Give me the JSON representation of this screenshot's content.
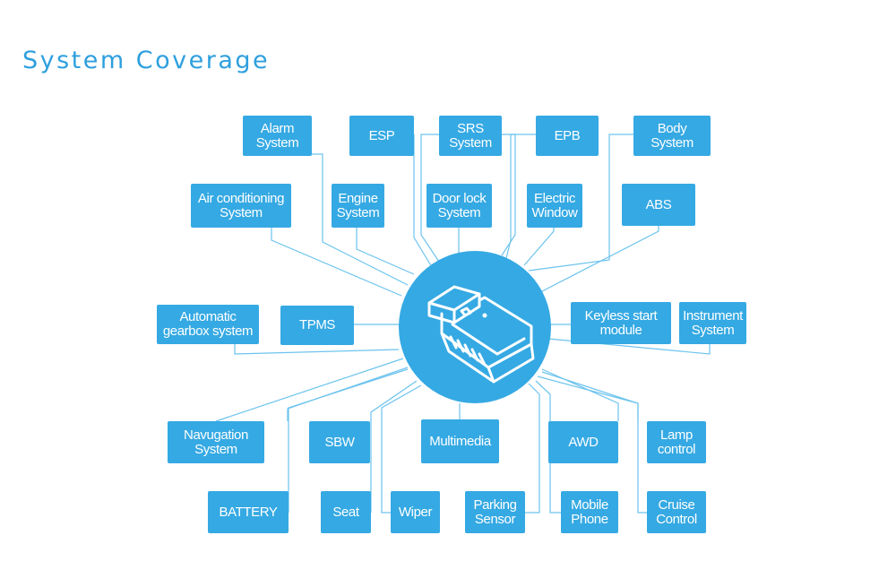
{
  "page": {
    "title": "System Coverage"
  },
  "colors": {
    "accent": "#35a9e3",
    "title": "#2e9fde",
    "line": "#6cc3ee"
  },
  "hub": {
    "icon": "obd2-scanner-icon"
  },
  "nodes": [
    {
      "label": "Alarm\nSystem"
    },
    {
      "label": "ESP"
    },
    {
      "label": "SRS\nSystem"
    },
    {
      "label": "EPB"
    },
    {
      "label": "Body\nSystem"
    },
    {
      "label": "Air conditioning\nSystem"
    },
    {
      "label": "Engine\nSystem"
    },
    {
      "label": "Door lock\nSystem"
    },
    {
      "label": "Electric\nWindow"
    },
    {
      "label": "ABS"
    },
    {
      "label": "Automatic\ngearbox system"
    },
    {
      "label": "TPMS"
    },
    {
      "label": "Keyless start\nmodule"
    },
    {
      "label": "Instrument\nSystem"
    },
    {
      "label": "Navugation\nSystem"
    },
    {
      "label": "SBW"
    },
    {
      "label": "Multimedia"
    },
    {
      "label": "AWD"
    },
    {
      "label": "Lamp\ncontrol"
    },
    {
      "label": "BATTERY"
    },
    {
      "label": "Seat"
    },
    {
      "label": "Wiper"
    },
    {
      "label": "Parking\nSensor"
    },
    {
      "label": "Mobile\nPhone"
    },
    {
      "label": "Cruise\nControl"
    }
  ]
}
